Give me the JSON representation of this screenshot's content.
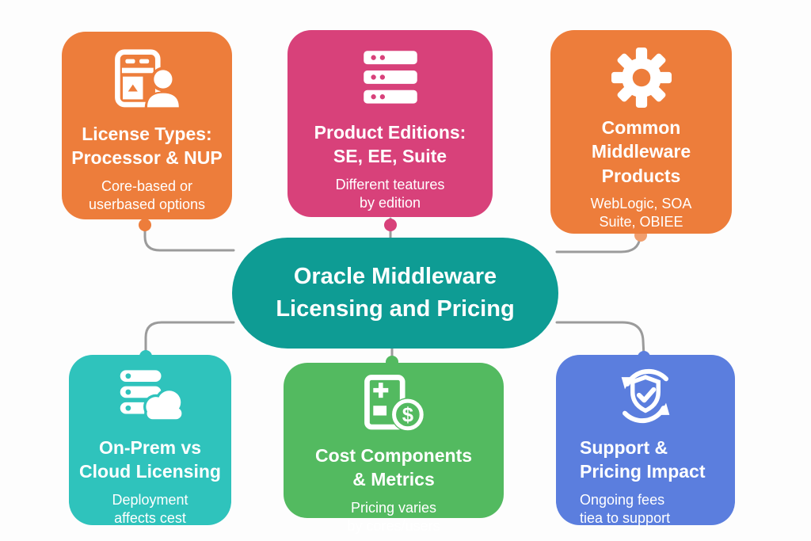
{
  "diagram_title": "Oracle Middleware Licensing and Pricing",
  "colors": {
    "orange": "#ED7D3B",
    "pink": "#D8417A",
    "center_teal": "#0E9C94",
    "light_teal": "#2FC3BC",
    "green": "#53BA60",
    "blue": "#5B7EDE",
    "connector_gray": "#9B9B9B",
    "background": "#FDFDFD",
    "text": "#FFFFFF"
  },
  "center": {
    "title_lines": [
      "Oracle Middleware",
      "Licensing and Pricing"
    ]
  },
  "cards": [
    {
      "id": "license-types",
      "color": "#ED7D3B",
      "icon": "license-person-icon",
      "title_lines": [
        "License Types:",
        "Processor & NUP"
      ],
      "subtitle_lines": [
        "Core-based or",
        "userbased options"
      ]
    },
    {
      "id": "product-editions",
      "color": "#D8417A",
      "icon": "server-stack-icon",
      "title_lines": [
        "Product Editions:",
        "SE, EE, Suite"
      ],
      "subtitle_lines": [
        "Different teatures",
        "by edition"
      ]
    },
    {
      "id": "common-middleware-products",
      "color": "#ED7D3B",
      "icon": "gear-icon",
      "title_lines": [
        "Common",
        "Middleware",
        "Products"
      ],
      "subtitle_lines": [
        "WebLogic, SOA",
        "Suite, OBIEE"
      ]
    },
    {
      "id": "onprem-vs-cloud",
      "color": "#2FC3BC",
      "icon": "server-cloud-icon",
      "title_lines": [
        "On-Prem vs",
        "Cloud Licensing"
      ],
      "subtitle_lines": [
        "Deployment",
        "affects cest"
      ]
    },
    {
      "id": "cost-components",
      "color": "#53BA60",
      "icon": "calculator-dollar-icon",
      "title_lines": [
        "Cost Components",
        "& Metrics"
      ],
      "subtitle_lines": [
        "Pricing varies",
        "by cores/users"
      ]
    },
    {
      "id": "support-pricing-impact",
      "color": "#5B7EDE",
      "icon": "shield-refresh-icon",
      "title_lines": [
        "Support &",
        "Pricing Impact"
      ],
      "subtitle_lines": [
        "Ongoing fees",
        "tiea to support"
      ]
    }
  ]
}
